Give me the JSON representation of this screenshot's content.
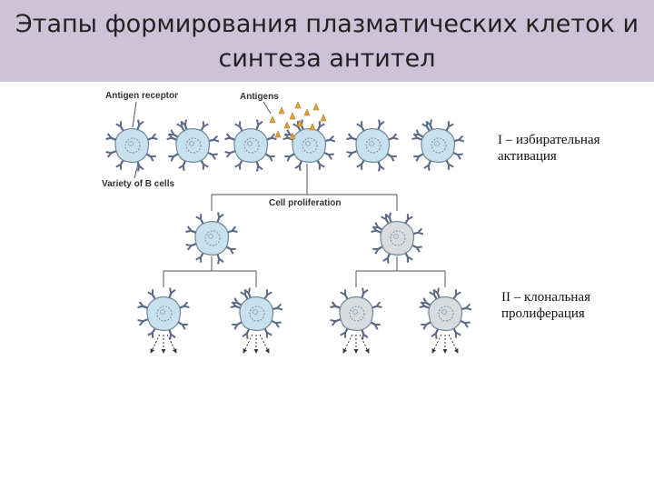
{
  "title": {
    "line1": "Этапы формирования плазматических клеток и",
    "line2": "синтеза антител"
  },
  "diagram_labels": {
    "antigen_receptor": "Antigen receptor",
    "antigens": "Antigens",
    "variety": "Variety of B cells",
    "proliferation": "Cell proliferation"
  },
  "notes": {
    "stage1_line1": "I – избирательная",
    "stage1_line2": "активация",
    "stage2_line1": "II – клональная",
    "stage2_line2": "пролиферация"
  },
  "colors": {
    "title_bar": "#ccc3d8",
    "cell_blue": "#c7e1ef",
    "cell_gray": "#d8dcde",
    "receptor": "#5a6a86",
    "antigen": "#e0a33a",
    "lines": "#555555"
  }
}
